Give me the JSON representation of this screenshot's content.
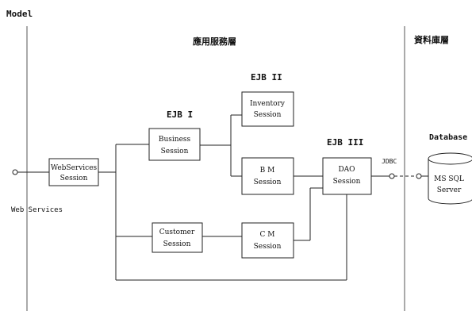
{
  "title": "Model",
  "regions": {
    "app_layer": "應用服務層",
    "db_layer": "資料庫層"
  },
  "groups": {
    "ejb1": "EJB I",
    "ejb2": "EJB II",
    "ejb3": "EJB III"
  },
  "boxes": {
    "webservices": [
      "WebServices",
      "Session"
    ],
    "business": [
      "Business",
      "Session"
    ],
    "inventory": [
      "Inventory",
      "Session"
    ],
    "bm": [
      "B M",
      "Session"
    ],
    "customer": [
      "Customer",
      "Session"
    ],
    "cm": [
      "C M",
      "Session"
    ],
    "dao": [
      "DAO",
      "Session"
    ]
  },
  "labels": {
    "web_services": "Web Services",
    "jdbc": "JDBC",
    "database": "Database"
  },
  "database": [
    "MS SQL",
    "Server"
  ]
}
